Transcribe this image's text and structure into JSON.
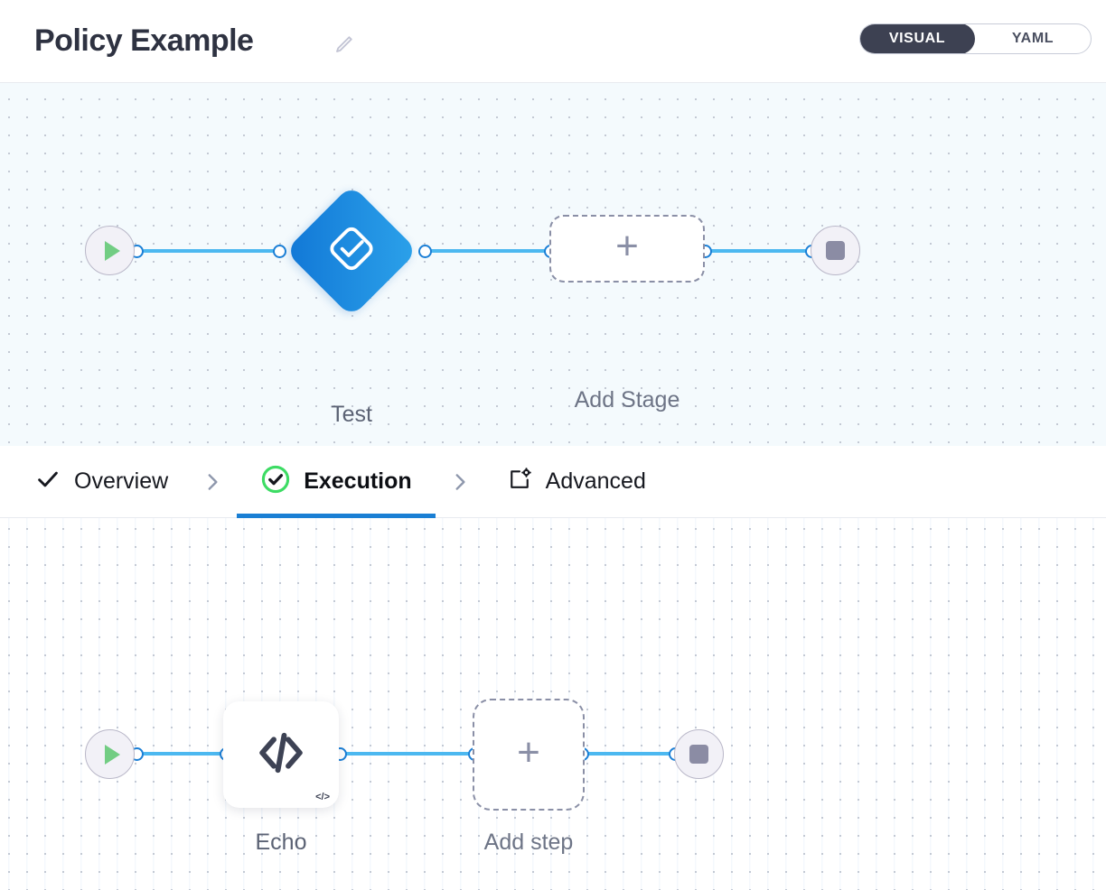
{
  "header": {
    "title": "Policy Example",
    "edit_icon": "pencil-icon",
    "mode_toggle": {
      "options": [
        "VISUAL",
        "YAML"
      ],
      "selected": "VISUAL",
      "active_bg": "#3d4152"
    }
  },
  "stage_canvas": {
    "start_node": {
      "icon": "play-icon",
      "color": "#72cd83"
    },
    "nodes": [
      {
        "type": "stage",
        "label": "Test",
        "icon": "check-square-icon",
        "color": "#1177d6"
      },
      {
        "type": "add-placeholder",
        "label": "Add Stage",
        "icon": "plus-icon"
      }
    ],
    "end_node": {
      "icon": "stop-icon",
      "color": "#8b8ca4"
    },
    "connector_color": "#4cb8f0",
    "background": "#f4fafd"
  },
  "tabs": [
    {
      "label": "Overview",
      "icon": "check-icon",
      "active": false
    },
    {
      "label": "Execution",
      "icon": "check-circle-green-icon",
      "active": true
    },
    {
      "label": "Advanced",
      "icon": "window-gear-icon",
      "active": false
    }
  ],
  "tab_separator": "chevron-right-icon",
  "step_canvas": {
    "start_node": {
      "icon": "play-icon",
      "color": "#72cd83"
    },
    "nodes": [
      {
        "type": "step",
        "label": "Echo",
        "icon": "code-icon",
        "badge": "</>"
      },
      {
        "type": "add-placeholder",
        "label": "Add step",
        "icon": "plus-icon"
      }
    ],
    "end_node": {
      "icon": "stop-icon",
      "color": "#8b8ca4"
    },
    "connector_color": "#4cb8f0",
    "background": "#ffffff"
  },
  "accent_color": "#1a7fd4"
}
